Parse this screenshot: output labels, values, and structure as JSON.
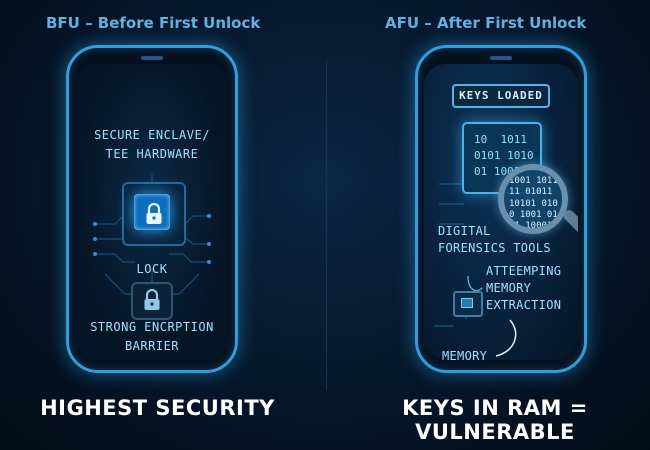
{
  "left_panel": {
    "title": "BFU – Before First Unlock",
    "enclave_label": "SECURE ENCLAVE/\nTEE HARDWARE",
    "lock_label": "LOCK",
    "barrier_label": "STRONG ENCRPTION\nBARRIER",
    "bottom_label": "HIGHEST SECURITY"
  },
  "right_panel": {
    "title": "AFU – After First Unlock",
    "badge": "KEYS LOADED",
    "chip_code": "10  1011\n0101 1010\n01 1001",
    "lens_code": "1001 1011\n11 01011\n10101 010\n0 1001 01\n 1 10001",
    "tools_label": "DIGITAL\nFORENSICS TOOLS",
    "extraction_label": "ATTEEMPING\nMEMORY\nEXTRACTION",
    "memory_label": "MEMORY",
    "bottom_label": "KEYS IN RAM =\nVULNERABLE"
  },
  "icons": {
    "enclave_lock": "lock-icon",
    "barrier_lock": "lock-icon",
    "magnifier": "magnifier-icon",
    "memory_chip": "chip-icon"
  },
  "colors": {
    "accent": "#2c9fe0",
    "title": "#5fb2e2",
    "background": "#06172b",
    "heading": "#ffffff"
  }
}
